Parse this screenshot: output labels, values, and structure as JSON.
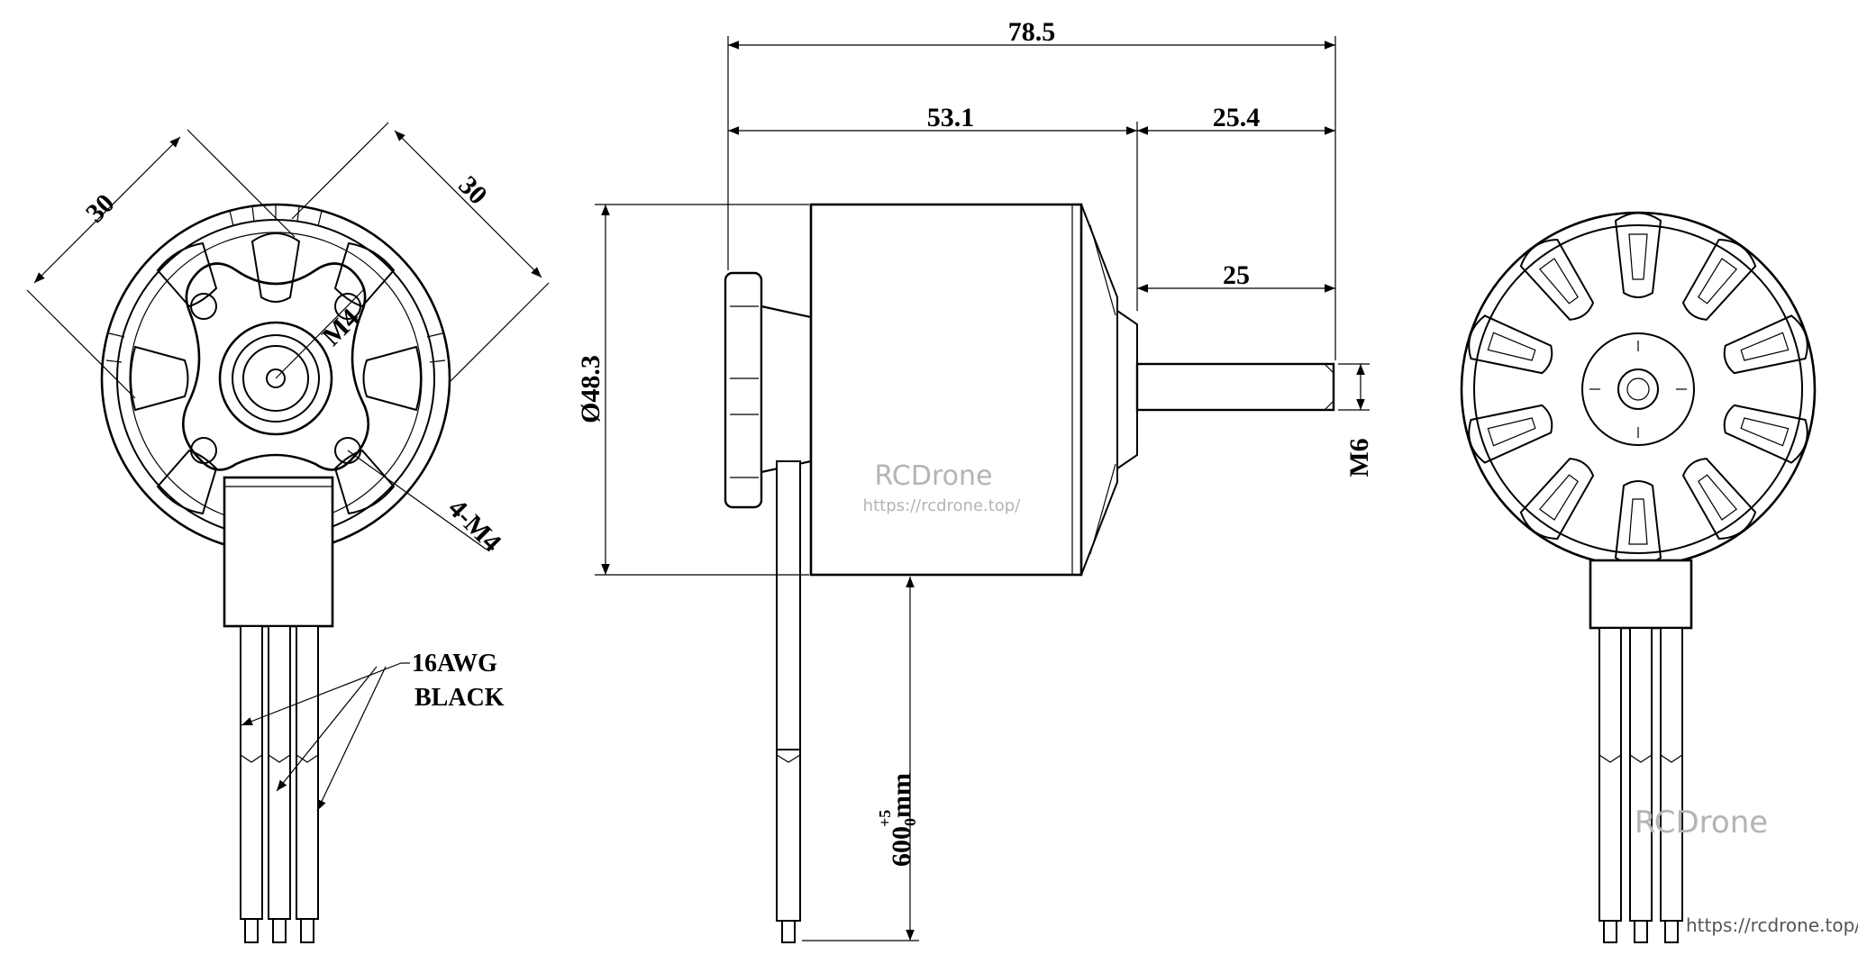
{
  "dimensions": {
    "overall_length": "78.5",
    "body_length": "53.1",
    "shaft_extension": "25.4",
    "shaft_length": "25",
    "diameter": "Ø48.3",
    "shaft_thread": "M6",
    "mount_spacing_a": "30",
    "mount_spacing_b": "30",
    "center_thread": "M4",
    "mount_holes": "4-M4",
    "lead_length": "600",
    "lead_length_suffix": "mm",
    "lead_tolerance_upper": "+5",
    "lead_tolerance_lower": "0"
  },
  "notes": {
    "wire_gauge": "16AWG",
    "wire_color": "BLACK"
  },
  "watermarks": {
    "brand_center": "RCDrone",
    "url_center": "https://rcdrone.top/",
    "brand_right": "RCDrone",
    "url_right": "https://rcdrone.top/"
  },
  "colors": {
    "line": "#000000",
    "watermark": "#b4b4b4",
    "background": "#ffffff"
  }
}
